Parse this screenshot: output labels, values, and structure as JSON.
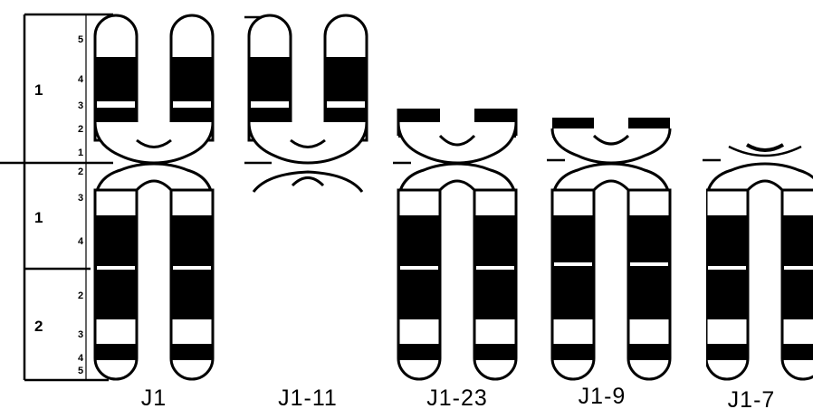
{
  "ideogram_scale": {
    "region_labels": [
      "1",
      "1",
      "2"
    ],
    "band_labels": [
      "5",
      "4",
      "3",
      "2",
      "1",
      "2",
      "3",
      "4",
      "2",
      "3",
      "4",
      "5"
    ]
  },
  "chromosomes": [
    {
      "label": "J1"
    },
    {
      "label": "J1-11"
    },
    {
      "label": "J1-23"
    },
    {
      "label": "J1-9"
    },
    {
      "label": "J1-7"
    }
  ],
  "colors": {
    "ink": "#000000",
    "paper": "#ffffff"
  }
}
